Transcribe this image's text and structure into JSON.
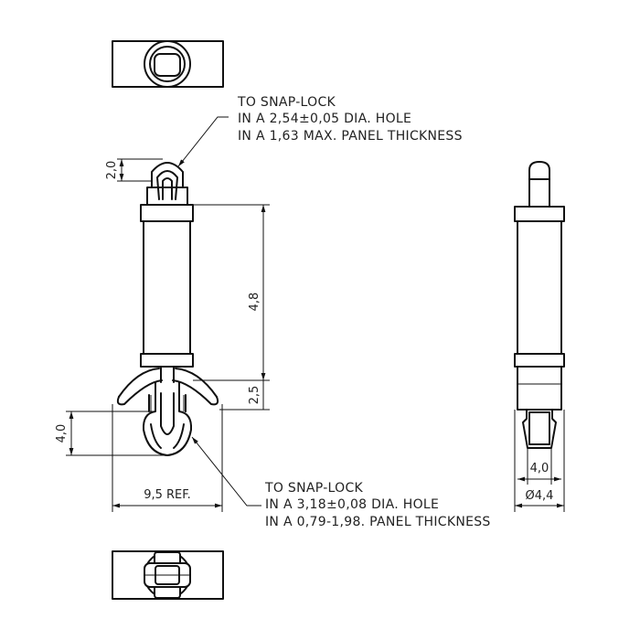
{
  "top_note": {
    "line1": "TO SNAP-LOCK",
    "line2": "IN A 2,54±0,05 DIA. HOLE",
    "line3": "IN A 1,63 MAX. PANEL THICKNESS"
  },
  "bottom_note": {
    "line1": "TO SNAP-LOCK",
    "line2": "IN A 3,18±0,08 DIA. HOLE",
    "line3": "IN A 0,79-1,98. PANEL THICKNESS"
  },
  "dimensions": {
    "top_tip_height": "2,0",
    "body_length": "4,8",
    "base_height": "2,5",
    "bottom_tip_height": "4,0",
    "wing_span": "9,5 REF.",
    "side_tip_width": "4,0",
    "side_diameter": "Ø4,4"
  }
}
